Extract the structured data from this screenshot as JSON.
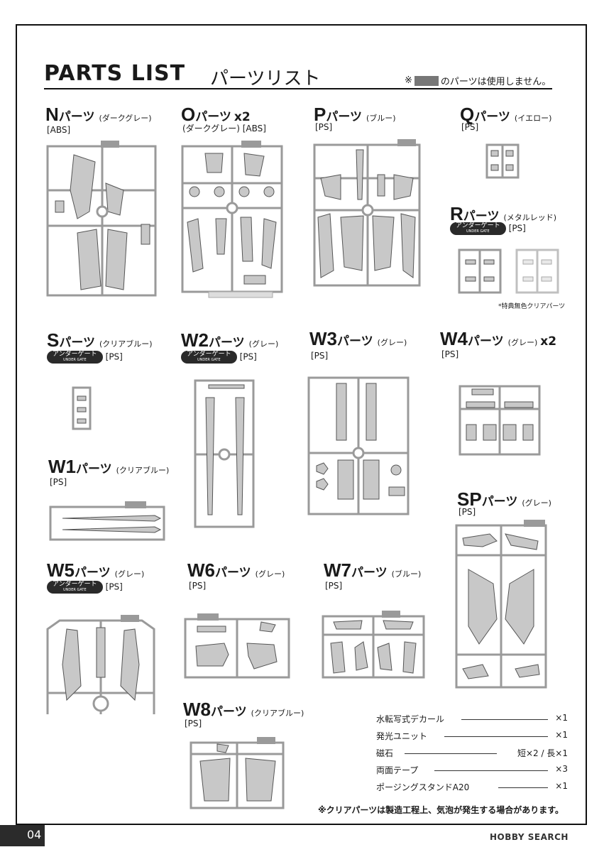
{
  "header": {
    "title": "PARTS LIST",
    "subtitle": "パーツリスト",
    "notice_prefix": "※",
    "notice_suffix": "のパーツは使用しません。"
  },
  "parts": {
    "N": {
      "letter": "N",
      "label": "パーツ",
      "color": "(ダークグレー)",
      "material": "[ABS]"
    },
    "O": {
      "letter": "O",
      "label": "パーツ",
      "mult": "x2",
      "color": "(ダークグレー)",
      "material": "[ABS]"
    },
    "P": {
      "letter": "P",
      "label": "パーツ",
      "color": "(ブルー)",
      "material": "[PS]"
    },
    "Q": {
      "letter": "Q",
      "label": "パーツ",
      "color": "(イエロー)",
      "material": "[PS]"
    },
    "R": {
      "letter": "R",
      "label": "パーツ",
      "color": "(メタルレッド)",
      "material": "[PS]",
      "note": "*特典無色クリアパーツ"
    },
    "S": {
      "letter": "S",
      "label": "パーツ",
      "color": "(クリアブルー)",
      "material": "[PS]"
    },
    "W2": {
      "letter": "W2",
      "label": "パーツ",
      "color": "(グレー)",
      "material": "[PS]"
    },
    "W3": {
      "letter": "W3",
      "label": "パーツ",
      "color": "(グレー)",
      "material": "[PS]"
    },
    "W4": {
      "letter": "W4",
      "label": "パーツ",
      "color": "(グレー)",
      "mult": "x2",
      "material": "[PS]"
    },
    "W1": {
      "letter": "W1",
      "label": "パーツ",
      "color": "(クリアブルー)",
      "material": "[PS]"
    },
    "SP": {
      "letter": "SP",
      "label": "パーツ",
      "color": "(グレー)",
      "material": "[PS]"
    },
    "W5": {
      "letter": "W5",
      "label": "パーツ",
      "color": "(グレー)",
      "material": "[PS]"
    },
    "W6": {
      "letter": "W6",
      "label": "パーツ",
      "color": "(グレー)",
      "material": "[PS]"
    },
    "W7": {
      "letter": "W7",
      "label": "パーツ",
      "color": "(ブルー)",
      "material": "[PS]"
    },
    "W8": {
      "letter": "W8",
      "label": "パーツ",
      "color": "(クリアブルー)",
      "material": "[PS]"
    }
  },
  "under_gate": {
    "label": "アンダーゲート",
    "sub": "UNDER GATE"
  },
  "accessories": [
    {
      "name": "水転写式デカール",
      "qty": "×1"
    },
    {
      "name": "発光ユニット",
      "qty": "×1"
    },
    {
      "name": "磁石",
      "qty": "短×2 / 長×1"
    },
    {
      "name": "両面テープ",
      "qty": "×3"
    },
    {
      "name": "ポージングスタンドA20",
      "qty": "×1"
    }
  ],
  "bottom_note": "※クリアパーツは製造工程上、気泡が発生する場合があります。",
  "page_number": "04",
  "watermark": "HOBBY SEARCH",
  "colors": {
    "sprue": "#9a9a9a",
    "part_fill": "#c8c8c8",
    "badge": "#2a2a2a",
    "unused": "#777777"
  }
}
